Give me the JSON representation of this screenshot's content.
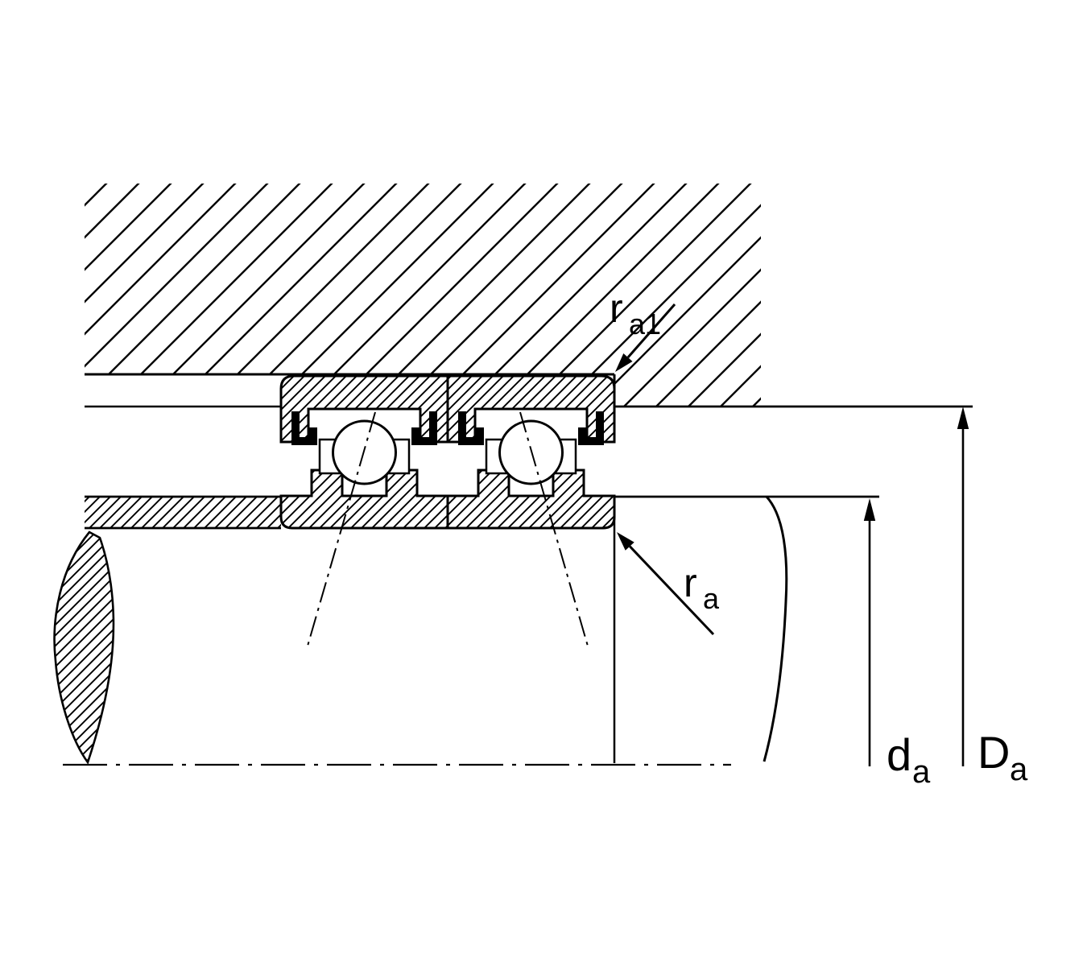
{
  "diagram": {
    "background": "#ffffff",
    "line_color": "#000000"
  },
  "labels": {
    "ra1": {
      "main": "r",
      "sub": "a1"
    },
    "ra": {
      "main": "r",
      "sub": "a"
    },
    "da": {
      "main": "d",
      "sub": "a"
    },
    "Da": {
      "main": "D",
      "sub": "a"
    }
  }
}
